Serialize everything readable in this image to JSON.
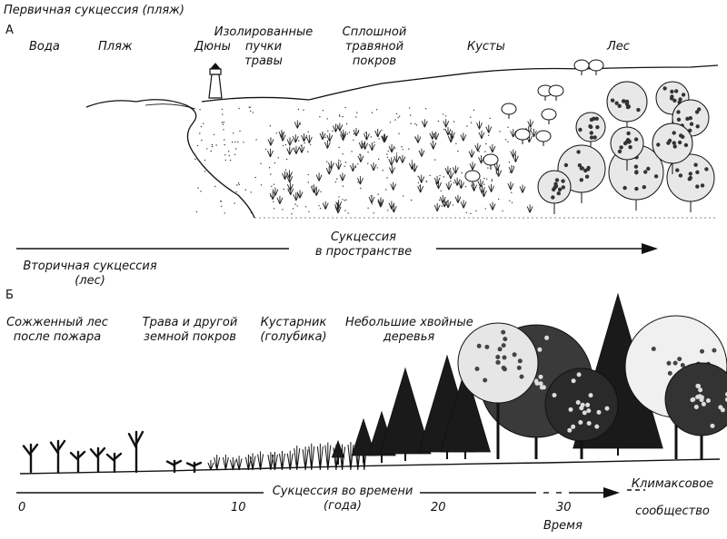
{
  "panel_a": {
    "title": "Первичная сукцессия (пляж)",
    "letter": "А",
    "stages": {
      "water": "Вода",
      "beach": "Пляж",
      "dunes": "Дюны",
      "isolated_tufts": [
        "Изолированные",
        "пучки",
        "травы"
      ],
      "continuous_cover": [
        "Сплошной",
        "травяной",
        "покров"
      ],
      "shrubs": "Кусты",
      "forest": "Лес"
    },
    "axis_label": [
      "Сукцессия",
      "в пространстве"
    ]
  },
  "panel_b": {
    "title": [
      "Вторичная сукцессия",
      "(лес)"
    ],
    "letter": "Б",
    "stages": {
      "burned_forest": [
        "Сожженный лес",
        "после пожара"
      ],
      "grass": [
        "Трава и другой",
        "земной покров"
      ],
      "shrub": [
        "Кустарник",
        "(голубика)"
      ],
      "conifers": [
        "Небольшие хвойные",
        "деревья"
      ]
    },
    "axis_label": [
      "Сукцессия во времени",
      "(года)"
    ],
    "ticks": [
      "0",
      "10",
      "20",
      "30"
    ],
    "time_label": "Время",
    "climax": [
      "Климаксовое",
      "сообщество"
    ]
  }
}
